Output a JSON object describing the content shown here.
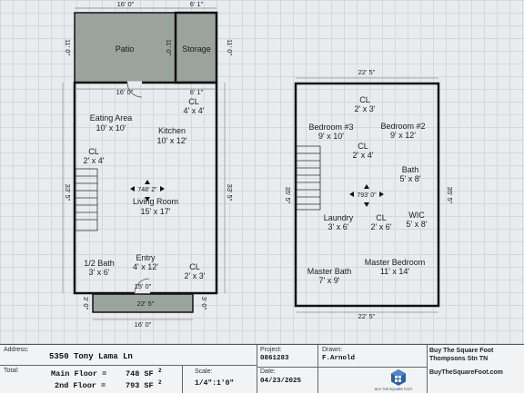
{
  "main_floor": {
    "patio": {
      "label": "Patio",
      "width": "16' 0\"",
      "depth": "11' 0\""
    },
    "storage": {
      "label": "Storage",
      "width": "6' 1\"",
      "depth": "11' 0\""
    },
    "top_side_dim": "11' 0\"",
    "overall_depth": "33' 5\"",
    "inner_top_dims": [
      "16' 0\"",
      "6' 1\""
    ],
    "rooms": [
      {
        "label": "Eating Area",
        "size": "10' x 10'"
      },
      {
        "label": "Kitchen",
        "size": "10' x 12'"
      },
      {
        "label": "CL",
        "size": "4' x 4'"
      },
      {
        "label": "CL",
        "size": "2' x 4'"
      },
      {
        "label": "Living Room",
        "size": "15' x 17'"
      },
      {
        "label": "1/2 Bath",
        "size": "3' x 6'"
      },
      {
        "label": "Entry",
        "size": "4' x 12'"
      },
      {
        "label": "CL",
        "size": "2' x 3'"
      }
    ],
    "center_dim": "748' 2\"",
    "porch": {
      "width_top": "15' 0\"",
      "inner": "22' 5\"",
      "width_bottom": "16' 0\"",
      "side": "3' 0\""
    }
  },
  "second_floor": {
    "top_dim": "22' 5\"",
    "bottom_dim": "22' 5\"",
    "side_dim": "35' 5\"",
    "center_dim": "793' 0\"",
    "rooms": [
      {
        "label": "CL",
        "size": "2' x 3'"
      },
      {
        "label": "Bedroom #3",
        "size": "9' x 10'"
      },
      {
        "label": "Bedroom #2",
        "size": "9' x 12'"
      },
      {
        "label": "CL",
        "size": "2' x 4'"
      },
      {
        "label": "Bath",
        "size": "5' x 8'"
      },
      {
        "label": "Laundry",
        "size": "3' x 6'"
      },
      {
        "label": "CL",
        "size": "2' x 6'"
      },
      {
        "label": "WIC",
        "size": "5' x 8'"
      },
      {
        "label": "Master Bedroom",
        "size": "11' x 14'"
      },
      {
        "label": "Master Bath",
        "size": "7' x 9'"
      }
    ]
  },
  "title_block": {
    "address_label": "Address:",
    "address": "5350 Tony Lama Ln",
    "total_label": "Total:",
    "main_floor_label": "Main Floor =",
    "main_floor_value": "748 SF",
    "second_floor_label": "2nd Floor =",
    "second_floor_value": "793 SF",
    "sq_sup": "2",
    "scale_label": "Scale:",
    "scale": "1/4\":1'0\"",
    "project_label": "Project:",
    "project": "0861283",
    "drawn_label": "Drawn:",
    "drawn": "F.Arnold",
    "date_label": "Date:",
    "date": "04/23/2025",
    "company": "Buy The Square Foot",
    "company_sub": "Thompsons Stn TN",
    "website": "BuyTheSquareFoot.com",
    "logo_text": "BUY THE SQUARE FOOT"
  }
}
